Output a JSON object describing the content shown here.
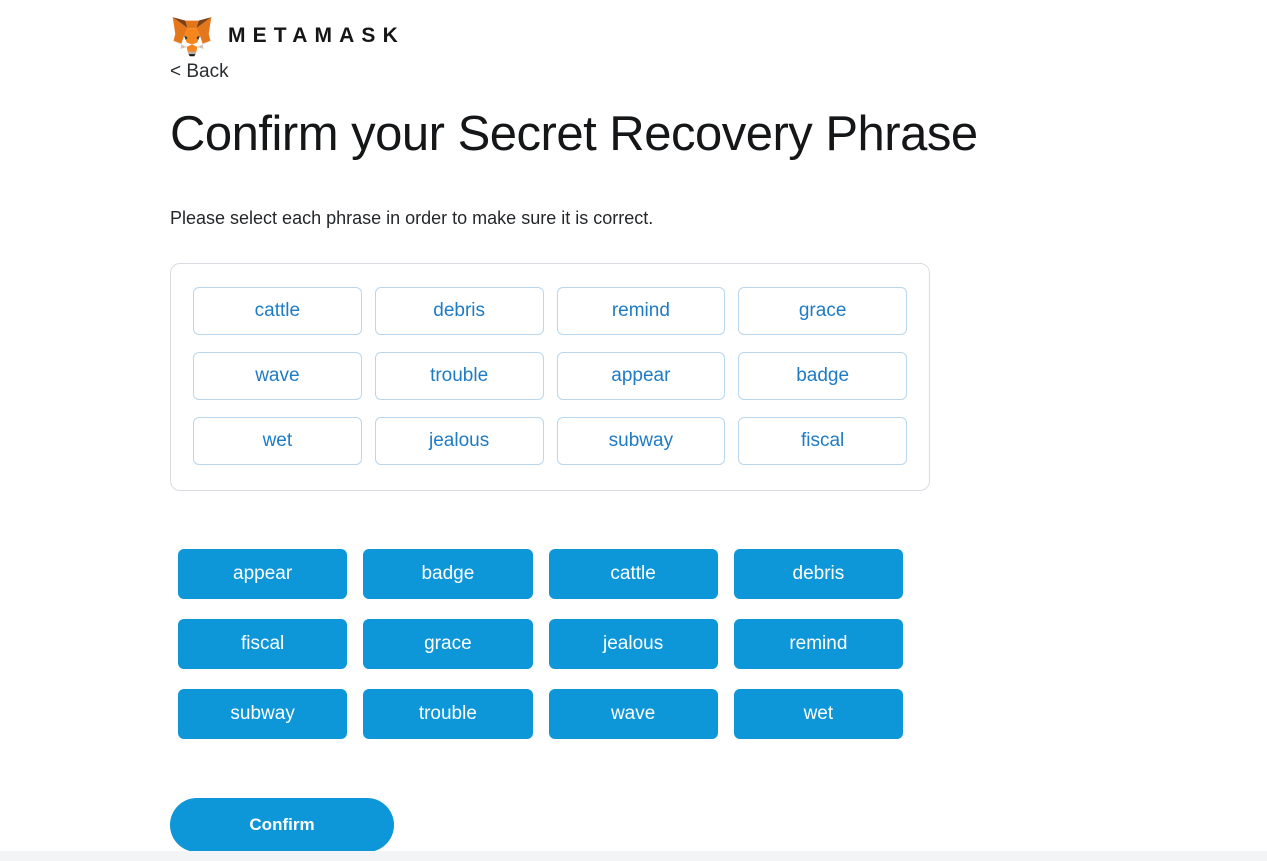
{
  "brand": {
    "name": "METAMASK",
    "logo_icon": "metamask-fox"
  },
  "nav": {
    "back_label": "< Back"
  },
  "page": {
    "title": "Confirm your Secret Recovery Phrase",
    "subtitle": "Please select each phrase in order to make sure it is correct."
  },
  "phrase_slots": [
    "cattle",
    "debris",
    "remind",
    "grace",
    "wave",
    "trouble",
    "appear",
    "badge",
    "wet",
    "jealous",
    "subway",
    "fiscal"
  ],
  "word_options": [
    "appear",
    "badge",
    "cattle",
    "debris",
    "fiscal",
    "grace",
    "jealous",
    "remind",
    "subway",
    "trouble",
    "wave",
    "wet"
  ],
  "actions": {
    "confirm_label": "Confirm"
  },
  "colors": {
    "primary_blue": "#0d96d8",
    "chip_text": "#1e7bc4",
    "chip_border": "#b9d7ec",
    "panel_border": "#d8dce1"
  }
}
